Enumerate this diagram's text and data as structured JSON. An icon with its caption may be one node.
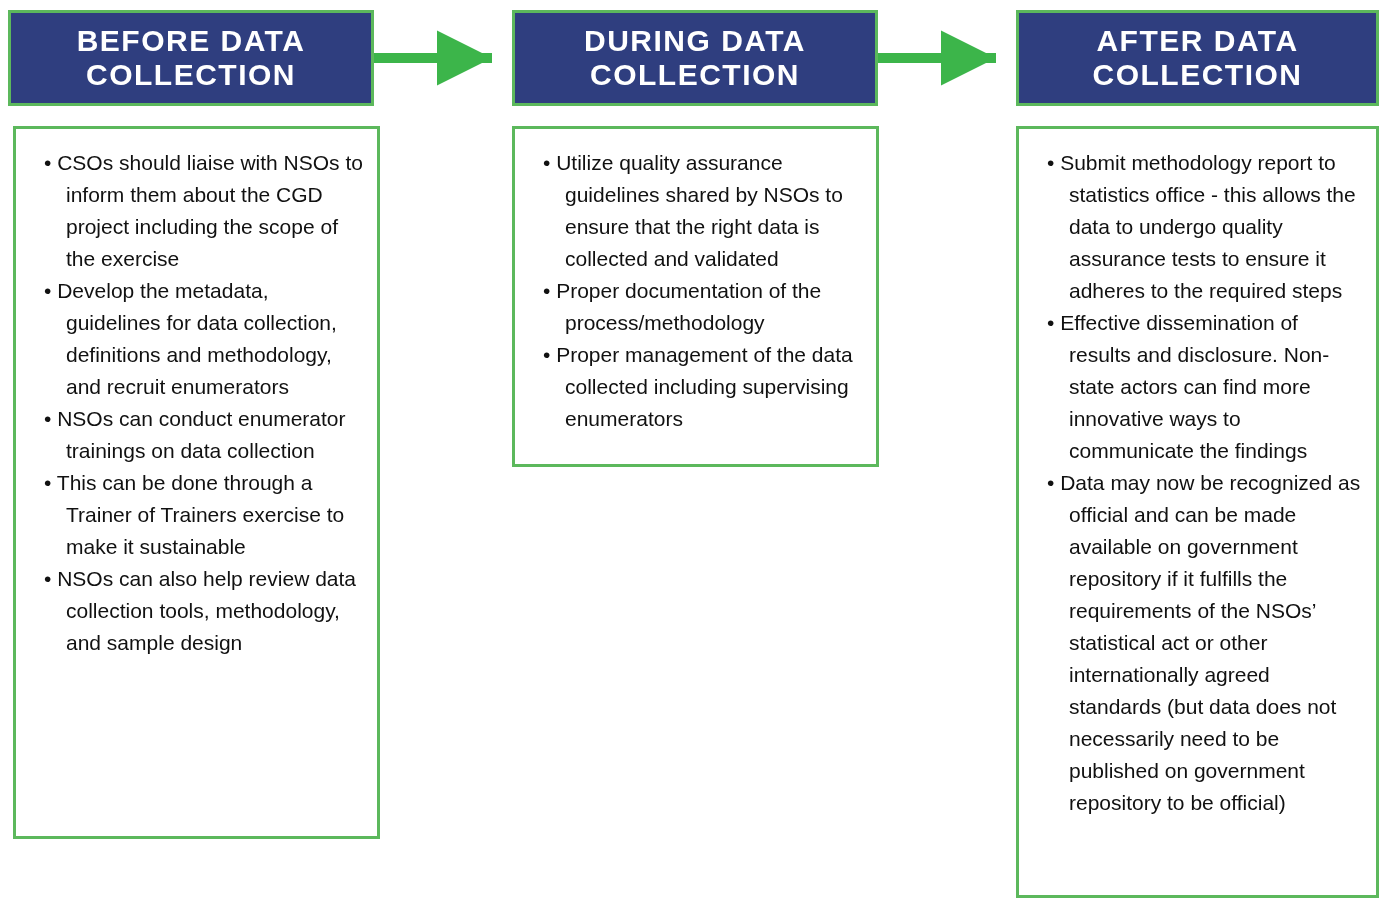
{
  "diagram": {
    "nodes": [
      {
        "text": [
          "BEFORE DATA COLLECTION"
        ]
      },
      {
        "text": [
          "• CSOs should liaise with NSOs to inform them about the CGD project including the scope of the exercise",
          "• Develop the metadata, guidelines for data collection, definitions and methodology, and recruit enumerators",
          "• NSOs can conduct enumerator trainings on data collection",
          "• This can be done through a Trainer of Trainers exercise to make it sustainable",
          "• NSOs can also help review data collection tools, methodology, and sample design"
        ]
      },
      {
        "text": [
          "DURING DATA COLLECTION"
        ]
      },
      {
        "text": [
          "• Utilize quality assurance guidelines shared by NSOs to ensure that the right data is collected and validated",
          "• Proper documentation of the process/methodology",
          "• Proper management of the data collected including supervising enumerators"
        ]
      },
      {
        "text": [
          "AFTER DATA COLLECTION"
        ]
      },
      {
        "text": [
          "• Submit methodology report to statistics office - this allows the data to undergo quality assurance tests to ensure it adheres to the required steps",
          "• Effective dissemination of results and disclosure. Non-state actors can find more innovative ways to communicate the findings",
          "• Data may now be recognized as official and can be made available on government repository if it fulfills the requirements of the NSOs’ statistical act or other internationally agreed standards (but data does not necessarily need to be published on government repository to be official)"
        ]
      }
    ],
    "edges": [
      {
        "from": 0,
        "to": 2,
        "arrow": "to"
      },
      {
        "from": 2,
        "to": 4,
        "arrow": "to"
      }
    ]
  }
}
